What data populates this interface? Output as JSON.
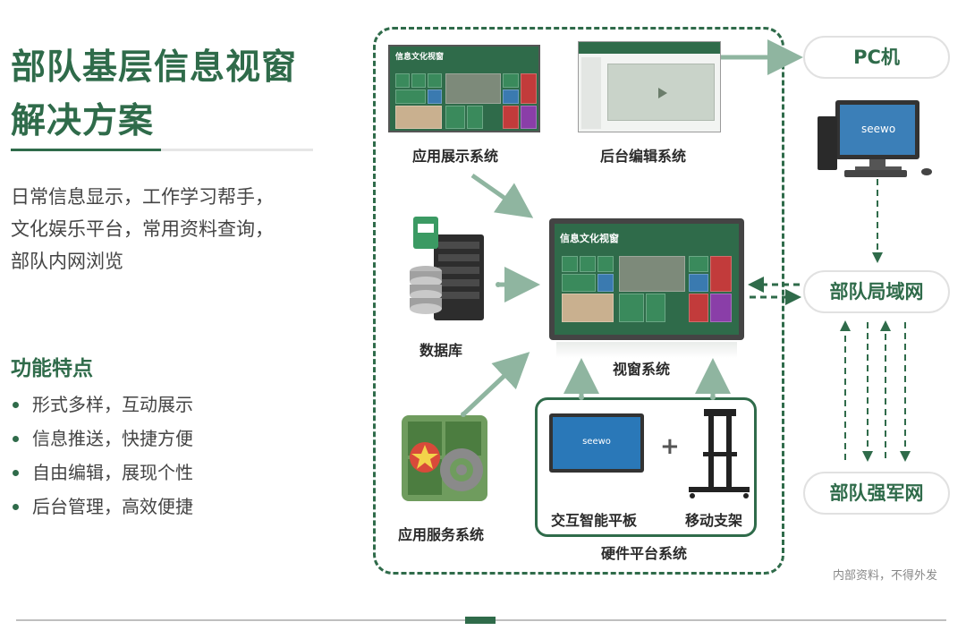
{
  "title": {
    "line1": "部队基层信息视窗",
    "line2": "解决方案"
  },
  "description": [
    "日常信息显示，工作学习帮手，",
    "文化娱乐平台，常用资料查询，",
    "部队内网浏览"
  ],
  "features": {
    "title": "功能特点",
    "items": [
      "形式多样，互动展示",
      "信息推送，快捷方便",
      "自由编辑，展现个性",
      "后台管理，高效便捷"
    ]
  },
  "diagram": {
    "app_display_label": "应用展示系统",
    "backend_edit_label": "后台编辑系统",
    "database_label": "数据库",
    "window_system_label": "视窗系统",
    "app_service_label": "应用服务系统",
    "interactive_panel_label": "交互智能平板",
    "mobile_stand_label": "移动支架",
    "hardware_platform_label": "硬件平台系统",
    "plus_sign": "+",
    "screen_title": "信息文化视窗",
    "panel_brand": "seewo",
    "pc_brand": "seewo"
  },
  "network": {
    "pc": "PC机",
    "lan": "部队局域网",
    "army_net": "部队强军网"
  },
  "footnote": "内部资料，不得外发",
  "colors": {
    "brand_green": "#2f6b4a",
    "arrow_green": "#8fb5a0"
  }
}
